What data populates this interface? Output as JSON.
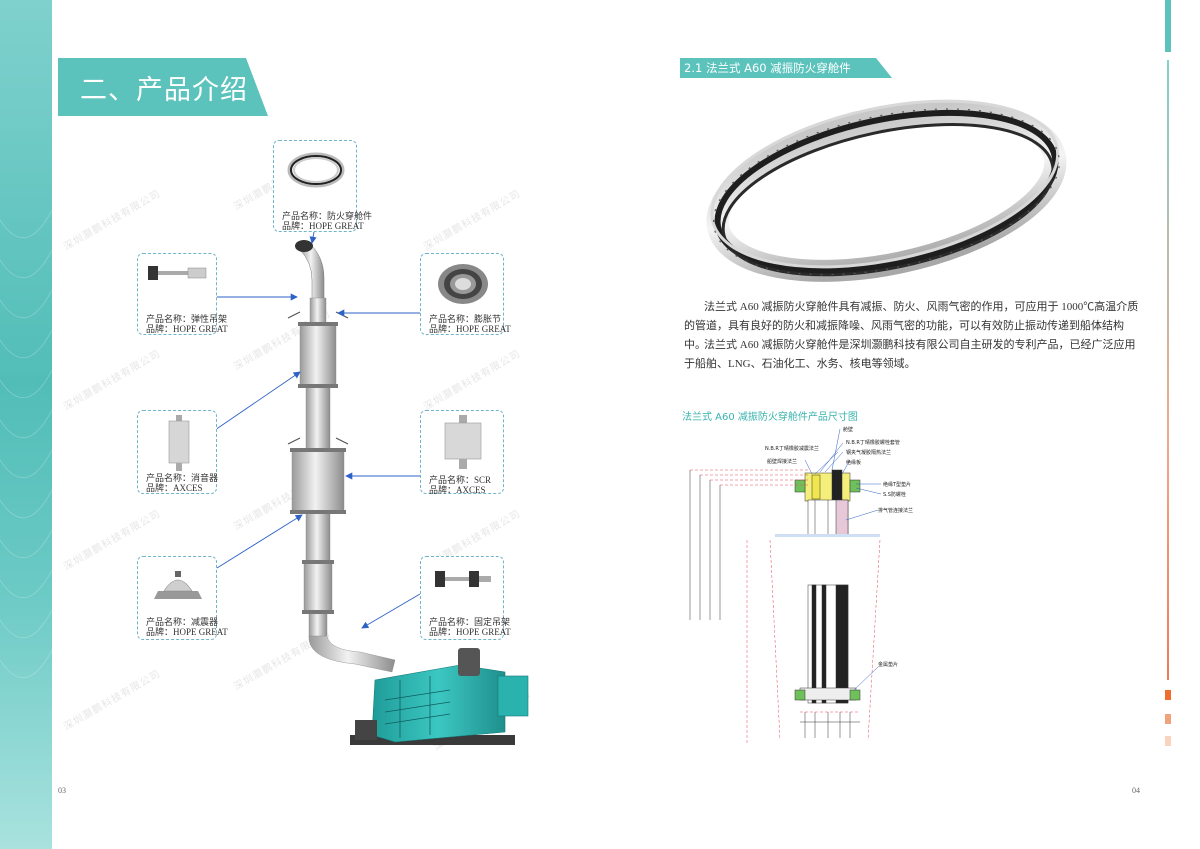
{
  "left_page": {
    "title": "二、产品介绍",
    "page_number": "03",
    "watermark_text": "深圳灏鹏科技有限公司",
    "callouts": [
      {
        "name_label": "产品名称：防火穿舱件",
        "brand_label": "品牌：HOPE GREAT"
      },
      {
        "name_label": "产品名称：弹性吊架",
        "brand_label": "品牌：HOPE GREAT"
      },
      {
        "name_label": "产品名称：膨胀节",
        "brand_label": "品牌：HOPE GREAT"
      },
      {
        "name_label": "产品名称：消音器",
        "brand_label": "品牌：AXCES"
      },
      {
        "name_label": "产品名称：SCR",
        "brand_label": "品牌：AXCES"
      },
      {
        "name_label": "产品名称：减震器",
        "brand_label": "品牌：HOPE GREAT"
      },
      {
        "name_label": "产品名称：固定吊架",
        "brand_label": "品牌：HOPE GREAT"
      }
    ]
  },
  "right_page": {
    "section_title": "2.1 法兰式 A60 减振防火穿舱件",
    "paragraphs": [
      "法兰式 A60 减振防火穿舱件具有减振、防火、风雨气密的作用，可应用于 1000℃高温介质的管道，具有良好的防火和减振降噪、风雨气密的功能，可以有效防止振动传递到船体结构中。",
      "法兰式 A60 减振防火穿舱件是深圳灏鹏科技有限公司自主研发的专利产品，已经广泛应用于船舶、LNG、石油化工、水务、核电等领域。"
    ],
    "dimension_title": "法兰式 A60 减振防火穿舱件产品尺寸图",
    "diagram_labels": [
      "舱壁",
      "N.B.R丁晴橡胶减震法兰",
      "N.B.R丁晴橡胶螺栓套管",
      "钢夹气凝胶隔热法兰",
      "船壁焊接法兰",
      "绝缘T型垫片",
      "S.S防螺栓",
      "绝缘板",
      "排气管连接法兰",
      "金属垫片"
    ],
    "page_number": "04"
  },
  "colors": {
    "teal": "#5bc3bc",
    "dashed_border": "#6fb4c9",
    "arrow": "#2e62c7",
    "engine": "#2fb8b4"
  }
}
